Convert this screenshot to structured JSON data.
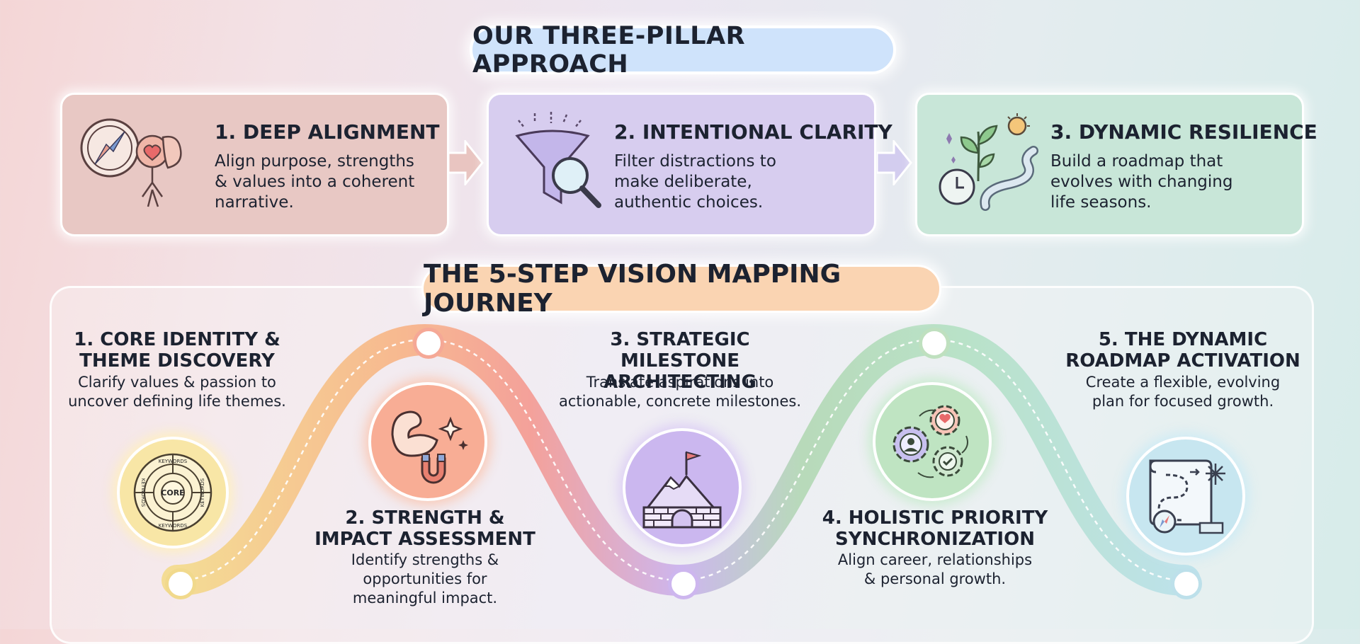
{
  "header": {
    "title": "OUR THREE-PILLAR APPROACH"
  },
  "pillars": [
    {
      "title": "1. DEEP ALIGNMENT",
      "desc": "Align purpose, strengths & values into a coherent narrative."
    },
    {
      "title": "2. INTENTIONAL CLARITY",
      "desc": "Filter distractions to make deliberate, authentic choices."
    },
    {
      "title": "3. DYNAMIC RESILIENCE",
      "desc": "Build a roadmap that evolves with changing life seasons."
    }
  ],
  "journey": {
    "title": "THE 5-STEP VISION MAPPING JOURNEY",
    "steps": [
      {
        "title_l1": "1. CORE IDENTITY &",
        "title_l2": "THEME DISCOVERY",
        "desc_l1": "Clarify values & passion to",
        "desc_l2": "uncover defining life themes.",
        "desc_l3": ""
      },
      {
        "title_l1": "2. STRENGTH &",
        "title_l2": "IMPACT ASSESSMENT",
        "desc_l1": "Identify strengths &",
        "desc_l2": "opportunities for",
        "desc_l3": "meaningful impact."
      },
      {
        "title_l1": "3. STRATEGIC MILESTONE",
        "title_l2": "ARCHITECTING",
        "desc_l1": "Translate aspirations into",
        "desc_l2": "actionable, concrete milestones.",
        "desc_l3": ""
      },
      {
        "title_l1": "4. HOLISTIC PRIORITY",
        "title_l2": "SYNCHRONIZATION",
        "desc_l1": "Align career, relationships",
        "desc_l2": "& personal growth.",
        "desc_l3": ""
      },
      {
        "title_l1": "5. THE DYNAMIC",
        "title_l2": "ROADMAP ACTIVATION",
        "desc_l1": "Create a flexible, evolving",
        "desc_l2": "plan for focused growth.",
        "desc_l3": ""
      }
    ]
  },
  "core_icon": {
    "center": "CORE",
    "ring": "KEYWORDS"
  },
  "colors": {
    "pillar1": "#e8c8c4",
    "pillar2": "#d7cdef",
    "pillar3": "#c8e6d8",
    "step1": "#f6df9c",
    "step2": "#f7a88f",
    "step3": "#c9b5ef",
    "step4": "#b5e1b9",
    "step5": "#bfe3ee"
  },
  "icons": [
    "compass-heart-brain-icon",
    "funnel-magnifier-icon",
    "plant-clock-road-icon",
    "target-keywords-icon",
    "muscle-magnet-icon",
    "mountain-flag-icon",
    "gears-heart-person-icon",
    "map-compass-icon"
  ]
}
